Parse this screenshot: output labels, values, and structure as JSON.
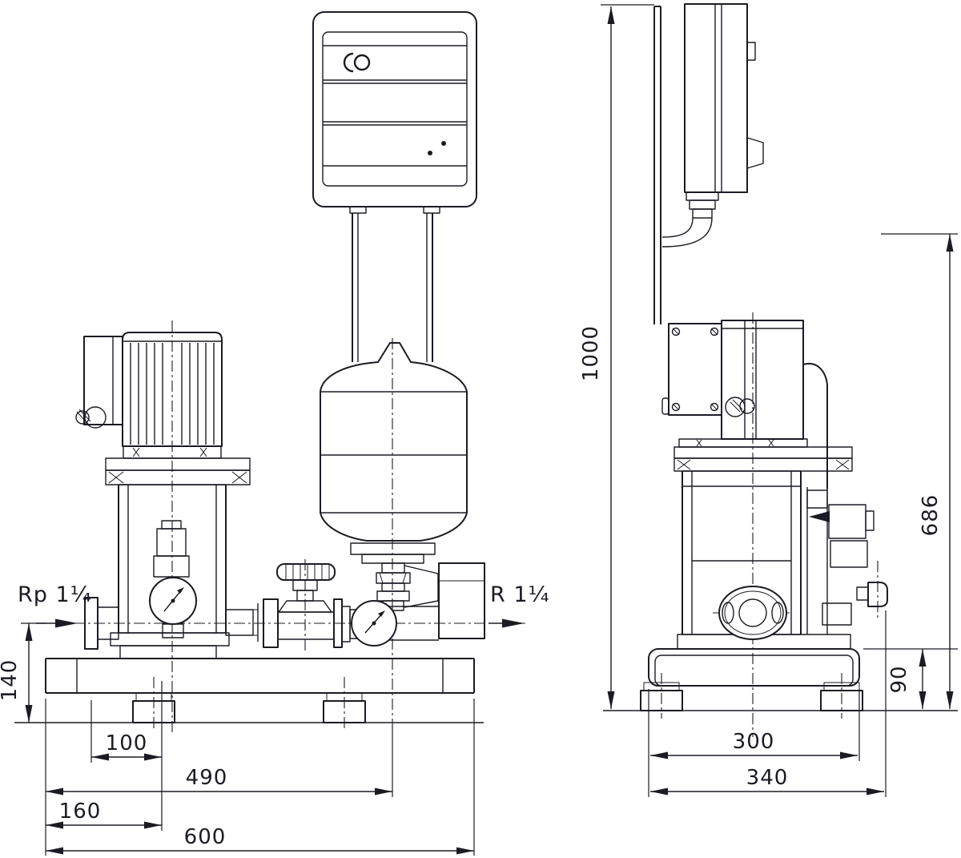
{
  "front_view": {
    "suction_port_label": "Rp 1¼",
    "discharge_port_label": "R 1¼",
    "dims": {
      "d140": "140",
      "d100": "100",
      "d490": "490",
      "d160": "160",
      "d600": "600"
    }
  },
  "side_view": {
    "dims": {
      "d1000": "1000",
      "d686": "686",
      "d90": "90",
      "d300": "300",
      "d340": "340"
    }
  },
  "style": {
    "line_color": "#1b1b25",
    "background": "#ffffff"
  }
}
